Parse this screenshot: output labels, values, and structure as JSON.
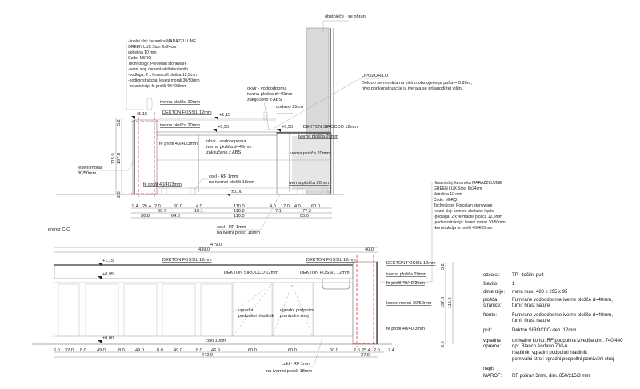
{
  "section_top": {
    "title": "prerez C-C",
    "existing_label": "obstoječe - se ohrani",
    "warning_title": "OPOZORILO",
    "warning_lines": [
      "Dekton se montira na višino obstoječega pulta = 0.95m,",
      "nivo podkonstrukcije iz iverala se prilagodi tej višini."
    ],
    "note_lines": [
      "-finalni sloj: keramika MARAZZI LUME",
      "GREEN LUX Size: 6x24cm",
      " debelina 10 mm",
      " Code: M6RQ",
      " Technology: Porcelain stoneware",
      "-vezni sloj: cement-akrilatno lepilo",
      "-podlaga: 2 x fermacell plošča 12,5mm",
      "-podkonstrukcija: leseni morali 30/50mm",
      "-konstrukcija fe profili 40/40/3mm"
    ],
    "labels": {
      "iverna_top": "iverna plošča 20mm",
      "dekton_fossil": "DEKTON FOSSIL 12mm",
      "iverna_mid": "iverna plošča 20mm",
      "fe_profil_top": "fe profil 40/40/3mm",
      "fe_profil_bottom": "fe profil 40/40/3mm",
      "leseni_morali": [
        "leseni morali",
        "30/50mm"
      ],
      "okvir_1": [
        "okvir - vodoodporna",
        "iverna plošča d=40mm",
        "zaključeno z ABS"
      ],
      "okvir_2": [
        "okvir - vodoodporna",
        "iverna plošča d=40mm",
        "zaključeno z ABS"
      ],
      "dodano": "dodano 25cm",
      "dekton_sirocco": "DEKTON SIROCCO  12mm",
      "iverna_r1": "iverna plošča 20mm",
      "iverna_r2": "iverna plošča 20mm",
      "iverna_r3": "iverna plošča 20mm",
      "cokl_1": [
        "cokl - RF 1mm",
        "na ivernoi plošči 18mm"
      ],
      "cokl_2": [
        "cokl - RF 1mm",
        "na iverni plošči 18mm"
      ]
    },
    "levels": {
      "l115": "+1,15",
      "l115b": "+1,15",
      "l095": "+0,95",
      "l095b": "+0,95",
      "l000": "±0,00"
    },
    "vdims": {
      "total": "115.0",
      "body": "107.8",
      "top": "5.2",
      "bottom": "2.0"
    },
    "dims_row1": [
      "9.4",
      "25.4",
      "2.0",
      "60.0",
      "4.0",
      "110.0",
      "4.0",
      "17.0",
      "4.0",
      "60.0"
    ],
    "dims_row2": [
      "90.7",
      "10.1",
      "110.0",
      "7.1",
      "77.2"
    ],
    "dims_row3": [
      "36.8",
      "64.0",
      "110.0",
      "85.0"
    ]
  },
  "section_bottom": {
    "dim_total": "479.0",
    "dim_main": "439.0",
    "dim_col": "40.0",
    "levels": {
      "l115": "+1,15",
      "l095": "+0,95",
      "l000": "±0,00"
    },
    "labels": {
      "dekton_fossil_1": "DEKTON FOSSIL 12mm",
      "dekton_fossil_2": "DEKTON FOSSIL 12mm",
      "dekton_fossil_3": "DEKTON FOSSIL 12mm",
      "dekton_fossil_4": "DEKTON FOSSIL 12mm",
      "dekton_sirocco": "DEKTON SIROCCO  12mm",
      "hladilnik": [
        "vgradni",
        "podpultni hladilnik"
      ],
      "pomivalni": [
        "vgradni podpultni",
        "pomivalni stroj"
      ],
      "iverna": "iverna plošča 20mm",
      "fe_profil_1": "fe profil 40/40/3mm",
      "leseni_morali": "leseni morali 30/50mm",
      "fe_profil_2": "fe profil 40/40/3mm",
      "cokl_10": "cokl 10cm",
      "cokl_rf": [
        "cokl - RF 1mm",
        "na ivernoi plošči 18mm"
      ]
    },
    "vdims": {
      "total": "115.0",
      "body": "107.8",
      "top": "5.2",
      "bottom": "2.0"
    },
    "dims_row1": [
      "6.0",
      "32.0",
      "8.0",
      "49.0",
      "8.0",
      "49.0",
      "8.0",
      "49.0",
      "8.0",
      "46.9",
      "60.0",
      "60.0",
      "60.0",
      "2.0",
      "25.4",
      "2.0",
      "7.4"
    ],
    "dim_442": "442.0",
    "dim_37": "37.0"
  },
  "note_right_lines": [
    "-finalni sloj: keramika MARAZZI LUME",
    "GREEN LUX Size: 6x24cm",
    " debelina 10 mm",
    " Code: M6RQ",
    " Technology: Porcelain stoneware",
    "-vezni sloj: cement-akrilatno lepilo",
    "-podlaga: 2 x fermacell plošča 12,5mm",
    "-podkonstrukcija: leseni morali 30/50mm",
    "-konstrukcija fe profili 40/40/3mm"
  ],
  "spec": [
    {
      "key": "oznaka:",
      "value": [
        "TP - točilni pult"
      ]
    },
    {
      "key": "število:",
      "value": [
        "1"
      ]
    },
    {
      "key": "dimenzije:",
      "value": [
        "mera max: 480 x 295 x 95"
      ]
    },
    {
      "key": "plošča,\nstranice:",
      "value": [
        "Fumirane vodoodporne iverne plošče d=40mm,",
        "furnir hrast nature"
      ]
    },
    {
      "key": "fronte:",
      "value": [
        "Fumirane vodoodporne iverne plošče d=40mm,",
        "furnir hrast nature"
      ]
    },
    {
      "key": "pult:",
      "value": [
        "Dekton SIROCCO deb. 12mm"
      ]
    },
    {
      "key": "vgradna\noprema:",
      "value": [
        "umivalno korito: RF podpultna izvedba dim. 740/440",
        "npr. Blanco Andano 700-u",
        "hladilnik: vgradni podpultni hladilnik",
        "pomivalni stroj: vgradni podpultni pomivalni stroj"
      ]
    },
    {
      "key": "napis\nMAROF:",
      "value": [
        "RF poliran 3mm, dim. 850/215/3 mm"
      ]
    }
  ],
  "colors": {
    "accent_red": "#e33333",
    "existing_grey": "#d9d9d9"
  }
}
